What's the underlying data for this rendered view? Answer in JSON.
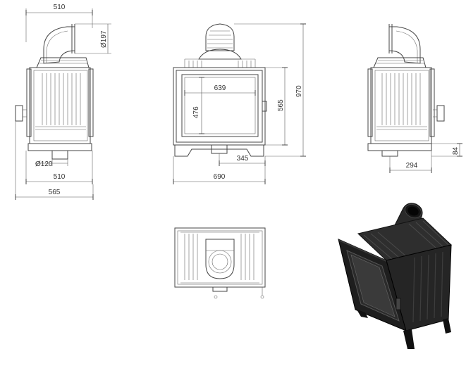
{
  "dimensions": {
    "side_left_top_width": "510",
    "flue_diameter": "Ø197",
    "side_left_bottom_width": "510",
    "side_left_overall_width": "565",
    "air_inlet_diameter": "Ø120",
    "front_glass_width": "639",
    "front_glass_height": "476",
    "front_body_height": "565",
    "front_overall_height": "970",
    "front_inlet_offset": "345",
    "front_overall_width": "690",
    "side_right_leg_height": "84",
    "side_right_depth": "294"
  },
  "colors": {
    "line": "#444444",
    "render_body": "#1e1e1e",
    "render_glass": "#2b2b2b"
  }
}
